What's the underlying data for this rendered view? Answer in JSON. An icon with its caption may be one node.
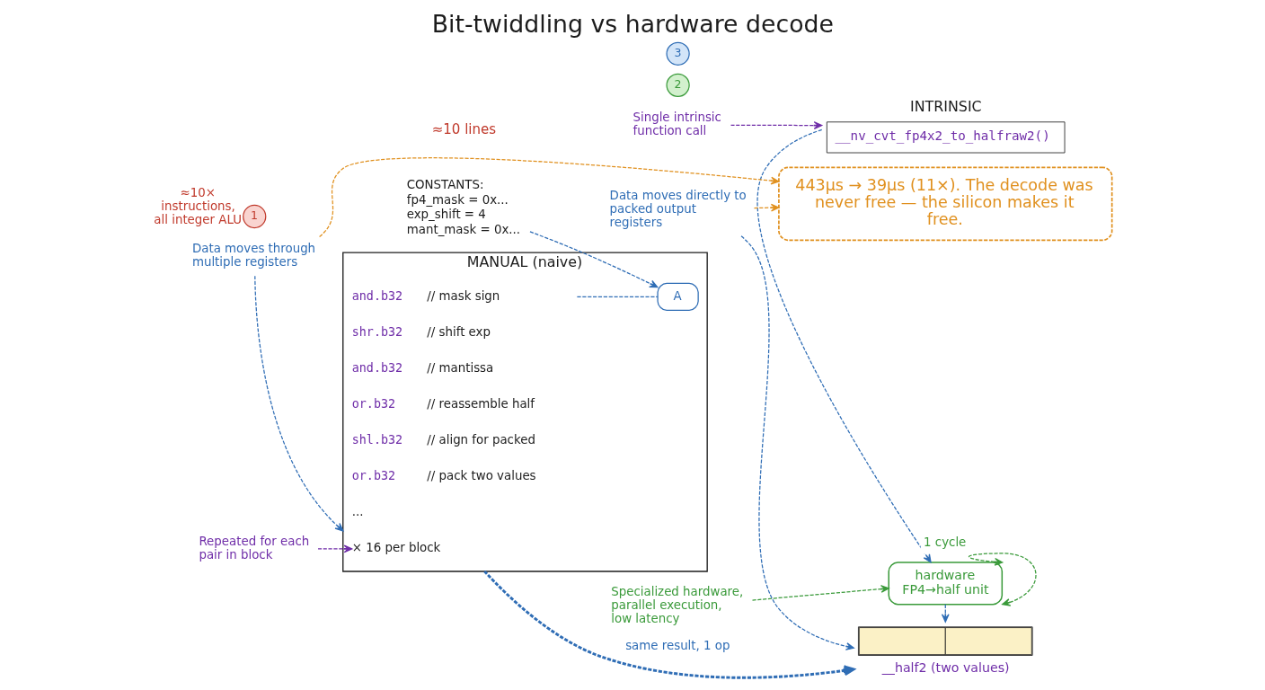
{
  "diagram": {
    "title": "Bit-twiddling vs hardware decode",
    "nodes": [
      {
        "text": [
          "CONSTANTS:",
          "fp4_mask = 0x...",
          "exp_shift = 4",
          "mant_mask = 0x..."
        ]
      },
      {
        "text": [
          "MANUAL (naive)"
        ]
      },
      {
        "text": [
          "and.b32",
          "// mask sign"
        ],
        "in": 1
      },
      {
        "text": [
          "A"
        ],
        "in": 1
      },
      {
        "text": [
          "shr.b32",
          "// shift exp"
        ],
        "in": 1
      },
      {
        "text": [
          "and.b32",
          "// mantissa"
        ],
        "in": 1
      },
      {
        "text": [
          "or.b32",
          "// reassemble half"
        ],
        "in": 1
      },
      {
        "text": [
          "shl.b32",
          "// align for packed"
        ],
        "in": 1
      },
      {
        "text": [
          "or.b32",
          "// pack two values"
        ],
        "in": 1
      },
      {
        "text": [
          "..."
        ],
        "in": 1
      },
      {
        "text": [
          "× 16 per block"
        ],
        "in": 1
      },
      {
        "text": [
          "1"
        ],
        "beside": [
          "≈10× instructions, all integer ALU"
        ]
      },
      {
        "text": [
          "INTRINSIC",
          "__nv_cvt_fp4x2_to_halfraw2()"
        ]
      },
      {
        "text": [
          "Single intrinsic function call"
        ]
      },
      {
        "text": [
          "2"
        ]
      },
      {
        "text": [
          "hardware FP4→half unit"
        ]
      },
      {
        "text": [
          "Specialized hardware, parallel execution, low latency"
        ]
      },
      {
        "text": [
          "Repeated for each pair in block"
        ]
      },
      {
        "text": [
          "Data moves through multiple registers"
        ]
      },
      {
        "text": [
          "__half2 (two values)"
        ]
      },
      {
        "text": [
          "3"
        ]
      },
      {
        "text": [
          "Data moves directly to packed output registers"
        ]
      },
      {
        "text": [
          "443μs → 39μs (11×). The decode was never free — the silicon makes it free."
        ]
      }
    ],
    "edges": [
      {
        "from": 0,
        "to": 3,
        "arrow": "to",
        "style": "dashed"
      },
      {
        "from": 2,
        "to": 3,
        "arrow": "none",
        "style": "dashed"
      },
      {
        "from": 13,
        "to": 12,
        "arrow": "to",
        "style": "dashed",
        "color": "#6f2da8"
      },
      {
        "from": 12,
        "to": 15,
        "arrow": "to",
        "style": "dashed"
      },
      {
        "from": 16,
        "to": 15,
        "arrow": "to",
        "style": "dashed",
        "color": "#3a9a3a"
      },
      {
        "from": 15,
        "to": 15,
        "arrow": "both",
        "label": "1 cycle",
        "style": "dashed",
        "color": "#3a9a3a"
      },
      {
        "from": 17,
        "to": 10,
        "arrow": "to",
        "style": "dashed",
        "color": "#6f2da8"
      },
      {
        "from": 15,
        "to": 19,
        "arrow": "to",
        "style": "dashed"
      },
      {
        "from": 18,
        "to": 1,
        "arrow": "to",
        "style": "dashed"
      },
      {
        "from": 1,
        "to": 19,
        "arrow": "to",
        "label": "same result, 1 op",
        "style": "dashed"
      },
      {
        "from": 21,
        "to": 19,
        "arrow": "to",
        "style": "dashed"
      },
      {
        "from": 18,
        "to": 22,
        "arrow": "to",
        "style": "dashed",
        "color": "#e0901e"
      },
      {
        "from": 21,
        "to": 22,
        "arrow": "to",
        "style": "dashed",
        "color": "#e0901e"
      }
    ],
    "labels": [
      "≈10 lines"
    ]
  }
}
